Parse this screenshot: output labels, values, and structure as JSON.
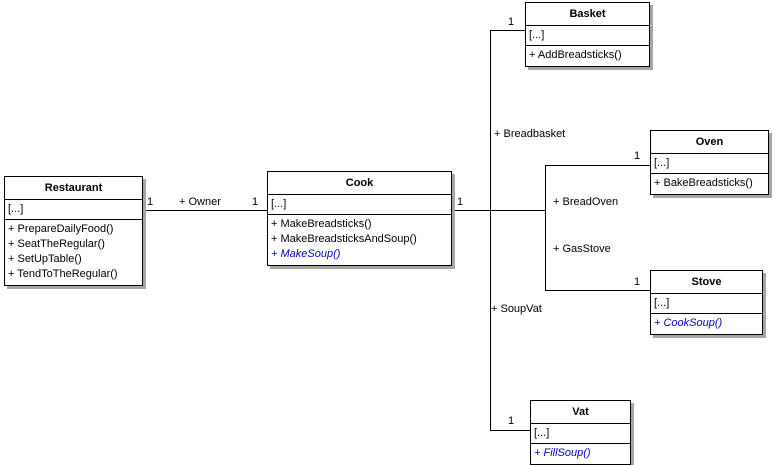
{
  "diagram_type": "uml-class-diagram",
  "classes": [
    {
      "name": "Restaurant",
      "attributes": "[...]",
      "methods": [
        {
          "text": "+ PrepareDailyFood()",
          "style": "normal"
        },
        {
          "text": "+ SeatTheRegular()",
          "style": "normal"
        },
        {
          "text": "+ SetUpTable()",
          "style": "normal"
        },
        {
          "text": "+ TendToTheRegular()",
          "style": "normal"
        }
      ]
    },
    {
      "name": "Cook",
      "attributes": "[...]",
      "methods": [
        {
          "text": "+ MakeBreadsticks()",
          "style": "normal"
        },
        {
          "text": "+ MakeBreadsticksAndSoup()",
          "style": "normal"
        },
        {
          "text": "+ MakeSoup()",
          "style": "abstract"
        }
      ]
    },
    {
      "name": "Basket",
      "attributes": "[...]",
      "methods": [
        {
          "text": "+ AddBreadsticks()",
          "style": "normal"
        }
      ]
    },
    {
      "name": "Oven",
      "attributes": "[...]",
      "methods": [
        {
          "text": "+ BakeBreadsticks()",
          "style": "normal"
        }
      ]
    },
    {
      "name": "Stove",
      "attributes": "[...]",
      "methods": [
        {
          "text": "+ CookSoup()",
          "style": "abstract"
        }
      ]
    },
    {
      "name": "Vat",
      "attributes": "[...]",
      "methods": [
        {
          "text": "+ FillSoup()",
          "style": "abstract"
        }
      ]
    }
  ],
  "associations": {
    "owner": {
      "label": "+ Owner",
      "source_multiplicity": "1",
      "target_multiplicity": "1"
    },
    "hub": {
      "source_multiplicity": "1"
    },
    "breadbasket": {
      "label": "+ Breadbasket",
      "target_multiplicity": "1"
    },
    "bread_oven": {
      "label": "+ BreadOven",
      "target_multiplicity": "1"
    },
    "gas_stove": {
      "label": "+ GasStove",
      "target_multiplicity": "1"
    },
    "soup_vat": {
      "label": "+ SoupVat",
      "target_multiplicity": "1"
    }
  },
  "colors": {
    "abstract_method": "#0000cc",
    "box_border": "#000000",
    "box_fill": "#ffffff",
    "box_shadow": "#a6a6a6",
    "line": "#000000",
    "text": "#000000"
  }
}
